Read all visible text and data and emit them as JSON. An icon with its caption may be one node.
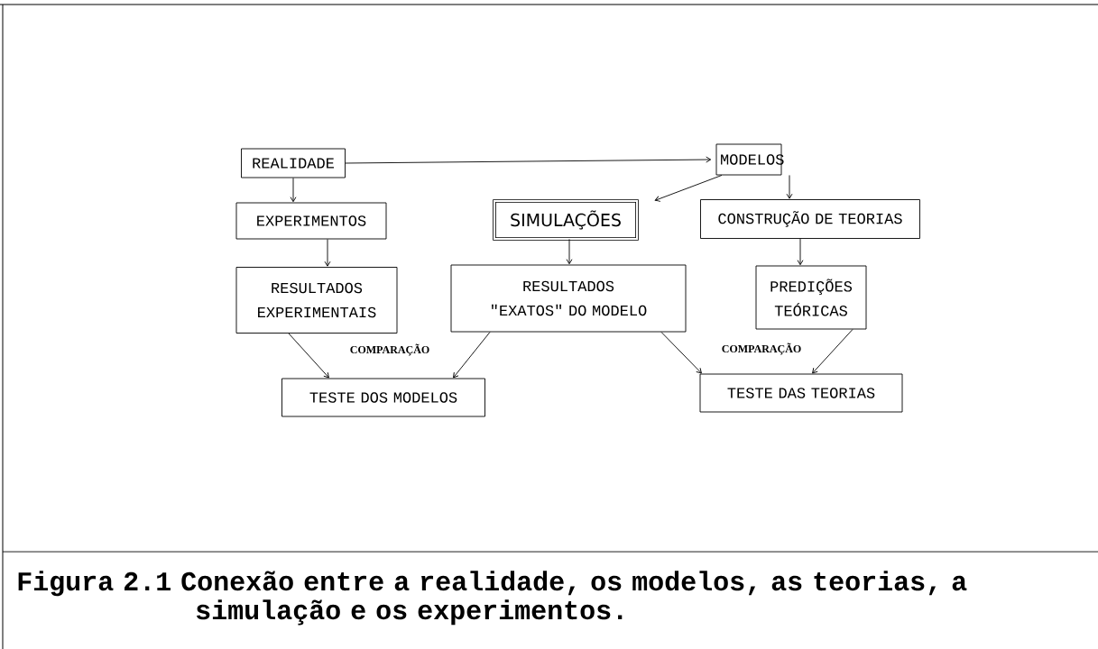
{
  "diagram": {
    "caption": "Figura 2.1 Conexão entre a realidade, os modelos, as teorias, a simulação e os experimentos.",
    "nodes": [
      {
        "text": [
          "REALIDADE"
        ]
      },
      {
        "text": [
          "MODELOS"
        ]
      },
      {
        "text": [
          "EXPERIMENTOS"
        ]
      },
      {
        "text": [
          "SIMULAÇÕES"
        ]
      },
      {
        "text": [
          "CONSTRUÇÃO DE TEORIAS"
        ]
      },
      {
        "text": [
          "RESULTADOS EXPERIMENTAIS"
        ]
      },
      {
        "text": [
          "RESULTADOS \"EXATOS\" DO MODELO"
        ]
      },
      {
        "text": [
          "PREDIÇÕES TEÓRICAS"
        ]
      },
      {
        "text": [
          "TESTE DOS MODELOS"
        ]
      },
      {
        "text": [
          "TESTE DAS TEORIAS"
        ]
      }
    ],
    "edges": [
      {
        "from": 0,
        "to": 1,
        "arrow": "to"
      },
      {
        "from": 0,
        "to": 2,
        "arrow": "to"
      },
      {
        "from": 1,
        "to": 3,
        "arrow": "to"
      },
      {
        "from": 1,
        "to": 4,
        "arrow": "to"
      },
      {
        "from": 2,
        "to": 5,
        "arrow": "to"
      },
      {
        "from": 3,
        "to": 6,
        "arrow": "to"
      },
      {
        "from": 4,
        "to": 7,
        "arrow": "to"
      },
      {
        "from": 5,
        "to": 8,
        "arrow": "to"
      },
      {
        "from": 6,
        "to": 8,
        "arrow": "to"
      },
      {
        "from": 6,
        "to": 9,
        "arrow": "to"
      },
      {
        "from": 7,
        "to": 9,
        "arrow": "to"
      }
    ],
    "labels": [
      "COMPARAÇÃO",
      "COMPARAÇÃO"
    ]
  }
}
